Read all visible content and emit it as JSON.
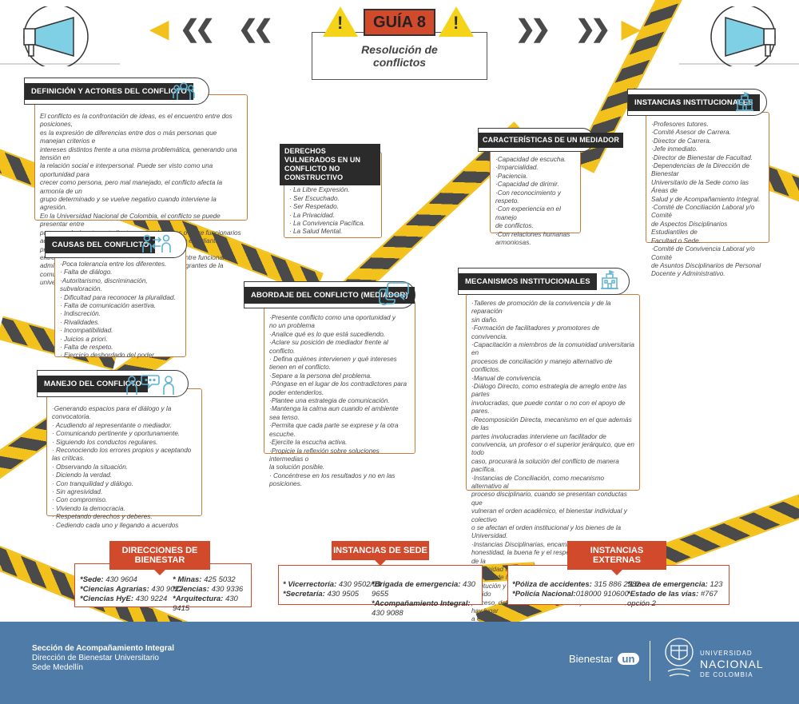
{
  "header": {
    "guide_label": "GUÍA 8",
    "subtitle_line1": "Resolución de",
    "subtitle_line2": "conflictos"
  },
  "sections": {
    "definicion": {
      "title": "DEFINICIÓN Y ACTORES DEL CONFLICTO",
      "icon": "group-people-icon",
      "body": "El conflicto es la confrontación de ideas, es el encuentro entre dos posiciones,\nes la expresión de diferencias entre dos o más personas que manejan criterios e\nintereses distintos frente a una misma problemática, generando una tensión en\nla relación social e interpersonal. Puede ser visto como una oportunidad para\ncrecer como persona, pero mal manejado, el conflicto afecta la armonía de un\ngrupo determinado y se vuelve negativo cuando interviene la agresión.\nEn la Universidad Nacional de Colombia, el conflicto se puede presentar entre\npares, es decir entre estudiantes, entre docentes o entre funcionarios\nadministrativos. También se puede presentar entre estudiantes y profesores,\nentre estudiantes y funcionarios administrativos, entre funcionarios\nadministrativos y docentes, entre uno o varios integrantes de la comunidad\nuniversitaria con personas externas a ella."
    },
    "derechos": {
      "title_line1": "DERECHOS VULNERADOS EN UN",
      "title_line2": "CONFLICTO NO CONSTRUCTIVO",
      "body": "· La Igualdad.\n· La Libre Expresión.\n· Ser Escuchado.\n· Ser Respetado.\n· La Privacidad.\n· La Convivencia Pacífica.\n· La Salud Mental."
    },
    "caracteristicas": {
      "title": "CARACTERÍSTICAS DE UN MEDIADOR",
      "body": "·Capacidad de escucha.\n·Imparcialidad.\n·Paciencia.\n·Capacidad de dirimir.\n·Con reconocimiento y respeto.\n·Con experiencia en el manejo\n de conflictos.\n·Con relaciones humanas\n armoniosas."
    },
    "instancias_institucionales": {
      "title": "INSTANCIAS INSTITUCIONALES",
      "icon": "building-icon",
      "body": "·Profesores tutores.\n·Comité Asesor de Carrera.\n·Director de Carrera.\n·Jefe inmediato.\n·Director de Bienestar de Facultad.\n·Dependencias de la Dirección de Bienestar\n Universitario de la Sede como las Áreas de\n Salud y de Acompañamiento Integral.\n·Comité de Conciliación Laboral y/o Comité\n de Aspectos Disciplinarios Estudiantiles de\n Facultad o Sede.\n·Comité de Convivencia Laboral y/o Comité\n de Asuntos Disciplinarios de Personal\n Docente y Administrativo."
    },
    "causas": {
      "title": "CAUSAS DEL CONFLICTO",
      "icon": "exchange-people-icon",
      "body": "·Poca tolerancia entre los diferentes.\n· Falta de diálogo.\n·Autoritarismo, discriminación, subvaloración.\n· Dificultad para reconocer la pluralidad.\n· Falta de comunicación asertiva.\n· Indiscreción.\n· Rivalidades.\n· Incompatibilidad.\n· Juicios a priori.\n· Falta de respeto.\n· Ejercicio desbordado del poder"
    },
    "abordaje": {
      "title": "ABORDAJE DEL CONFLICTO (MEDIADOR)",
      "icon": "speech-bubbles-icon",
      "body": "·Presente conflicto como una oportunidad y\n no un problema\n·Analice qué es lo que está sucediendo.\n·Aclare su posición de mediador frente al conflicto.\n· Defina quiénes intervienen y qué intereses\n tienen en el conflicto.\n·Separe a la persona del problema.\n·Póngase en el lugar de los contradictores para\n poder entenderlos.\n·Plantee una estrategia de comunicación.\n·Mantenga la calma aun cuando el ambiente sea tenso.\n·Permita que cada parte se exprese y la otra escuche.\n·Ejercite la escucha activa.\n·Propicie la reflexión sobre soluciones intermedias o\n la solución posible.\n· Concéntrese en los resultados y no en las posiciones."
    },
    "mecanismos": {
      "title": "MECANISMOS INSTITUCIONALES",
      "icon": "building-icon",
      "body": "·Talleres de promoción de la convivencia y de la reparación\n sin daño.\n·Formación de facilitadores y promotores de convivencia.\n·Capacitación a miembros de la comunidad universitaria en\n procesos de conciliación y manejo alternativo de conflictos.\n·Manual de convivencia.\n·Diálogo Directo, como estrategia de arreglo entre las partes\n involucradas, que puede contar o no con el apoyo de pares.\n·Recomposición Directa, mecanismo en el que además de las\n partes involucradas interviene un facilitador de\n convivencia, un profesor o el superior jerárquico, que en todo\n caso, procurará la solución del conflicto de manera pacífica.\n·Instancias de Conciliación, como mecanismo alternativo al\n proceso disciplinario, cuando se presentan conductas que\n vulneran el orden académico, el bienestar individual y colectivo\n o se afectan el orden institucional y los bienes de la Universidad.\n·Instancias Disciplinarias, encaminadas al fomento de la\n honestidad, la buena fe y el respeto entre los miembros de la\n comunidad universitaria así como la protección y defensa de la\n Institución y sus bienes. Estas instancias, siguiendo el debido\n proceso, definen y califican las faltas y las sanciones, si hay lugar\n a ellas."
    },
    "manejo": {
      "title": "MANEJO DEL CONFLICTO",
      "icon": "dialogue-people-icon",
      "body": "·Generando espacios para el diálogo y la convocatoria.\n· Acudiendo al representante o mediador.\n· Comunicando pertinente y oportunamente.\n· Siguiendo los conductos regulares.\n· Reconociendo los errores propios y aceptando las críticas.\n· Observando la situación.\n· Diciendo la verdad.\n· Con tranquilidad y diálogo.\n· Sin agresividad.\n· Con compromiso.\n· Viviendo la democracia.\n· Respetando derechos y deberes.\n· Cediendo cada uno y llegando a acuerdos"
    }
  },
  "contacts": {
    "bienestar": {
      "title": "DIRECCIONES DE BIENESTAR",
      "col1": [
        {
          "label": "*Sede:",
          "value": " 430 9604"
        },
        {
          "label": "*Ciencias Agrarias:",
          "value": " 430 9022"
        },
        {
          "label": "*Ciencias HyE:",
          "value": " 430 9224"
        }
      ],
      "col2": [
        {
          "label": "* Minas:",
          "value": " 425 5032"
        },
        {
          "label": "*Ciencias:",
          "value": " 430 9336"
        },
        {
          "label": "*Arquitectura:",
          "value": " 430 9415"
        }
      ]
    },
    "sede": {
      "title": "INSTANCIAS DE SEDE",
      "col1": [
        {
          "label": "* Vicerrectoría:",
          "value": " 430 9502/03"
        },
        {
          "label": "*Secretaría:",
          "value": " 430 9505"
        }
      ],
      "col2": [
        {
          "label": "*Brigada de emergencia:",
          "value": " 430 9655"
        },
        {
          "label": "*Acompañamiento Integral:",
          "value": " 430 9088"
        }
      ]
    },
    "externas": {
      "title": "INSTANCIAS EXTERNAS",
      "col1": [
        {
          "label": "*Póliza de accidentes:",
          "value": " 315 886 2282"
        },
        {
          "label": "*Policía Nacional:",
          "value": "018000 910600"
        }
      ],
      "col2": [
        {
          "label": "*Línea de emergencia:",
          "value": " 123"
        },
        {
          "label": "*Estado de las vías:",
          "value": " #767 opción 2"
        }
      ]
    }
  },
  "footer": {
    "line1": "Sección de Acompañamiento Integral",
    "line2": "Dirección de Bienestar Universitario",
    "line3": "Sede Medellín",
    "bienestar": "Bienestar",
    "un_mark": "un",
    "uni_line1": "UNIVERSIDAD",
    "uni_line2": "NACIONAL",
    "uni_line3": "DE COLOMBIA"
  },
  "colors": {
    "accent_red": "#d24a2c",
    "tape_yellow": "#f2c11c",
    "tape_dark": "#4a4a4a",
    "icon_blue": "#5fb3d4",
    "footer_blue": "#4e7ba8",
    "card_border": "#c97b3c"
  }
}
